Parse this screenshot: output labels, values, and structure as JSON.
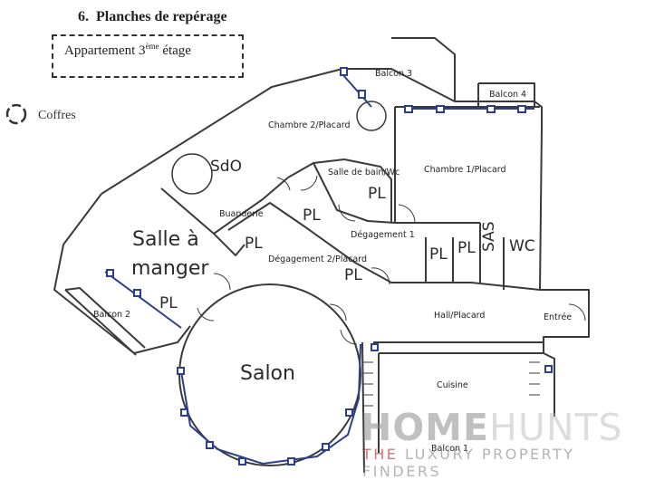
{
  "header": {
    "number": "6.",
    "title": "Planches de repérage",
    "subtitle_main": "Appartement 3",
    "subtitle_sup": "ème",
    "subtitle_end": " étage"
  },
  "legend": {
    "coffres_label": "Coffres",
    "icon": "coffres-circle-icon"
  },
  "rooms": {
    "balcon3": "Balcon 3",
    "balcon4": "Balcon 4",
    "chambre2": "Chambre 2/Placard",
    "sdo": "SdO",
    "salle_bain": "Salle de bain/Wc",
    "chambre1": "Chambre 1/Placard",
    "buanderie": "Buanderie",
    "salle_a": "Salle à",
    "manger": "manger",
    "degagement1": "Dégagement 1",
    "degagement2": "Dégagement 2/Placard",
    "sas": "SAS",
    "wc": "WC",
    "balcon2": "Balcon 2",
    "hall": "Hall/Placard",
    "entree": "Entrée",
    "salon": "Salon",
    "cuisine": "Cuisine",
    "balcon1": "Balcon 1"
  },
  "pl_labels": [
    "PL",
    "PL",
    "PL",
    "PL",
    "PL",
    "PL",
    "PL"
  ],
  "watermark": {
    "home": "HOME",
    "hunts": "HUNTS",
    "tag_the": "THE ",
    "tag_rest": "LUXURY PROPERTY FINDERS"
  },
  "colors": {
    "wall": "#3a3a3a",
    "window": "#2b3f8c",
    "ink": "#222222"
  }
}
